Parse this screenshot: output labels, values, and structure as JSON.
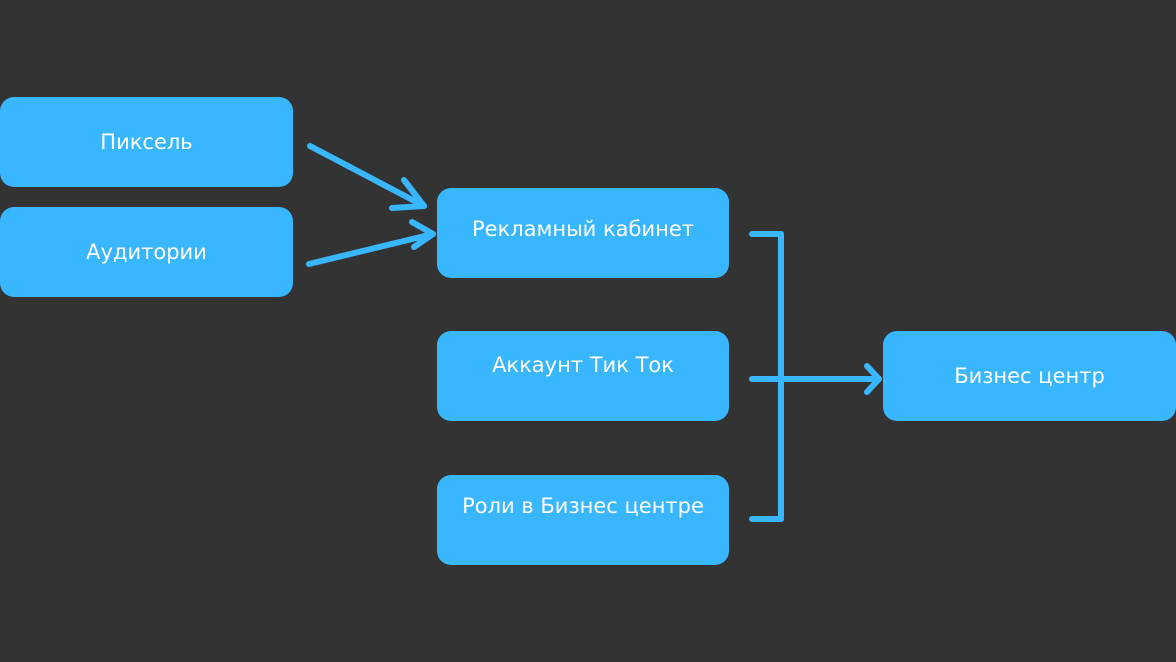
{
  "nodes": {
    "pixel": "Пиксель",
    "audiences": "Аудитории",
    "ad_account": "Рекламный кабинет",
    "tiktok_account": "Аккаунт Тик Ток",
    "bc_roles": "Роли в Бизнес центре",
    "business_center": "Бизнес центр"
  },
  "colors": {
    "background": "#333333",
    "node": "#38b6ff",
    "text": "#ffffff"
  }
}
